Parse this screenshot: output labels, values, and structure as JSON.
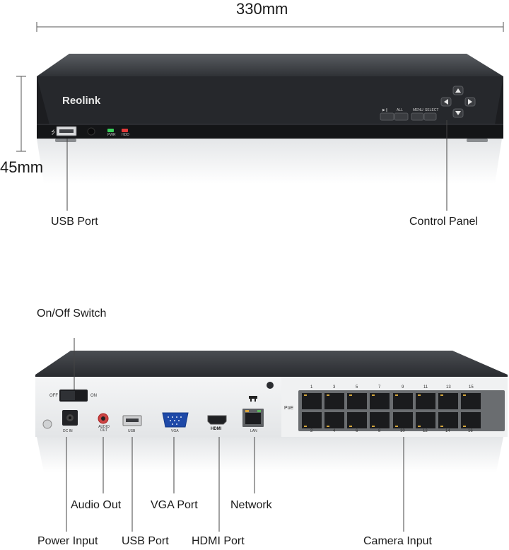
{
  "dimensions": {
    "width_label": "330mm",
    "height_label": "45mm"
  },
  "front": {
    "brand": "Reolink",
    "usb_label": "USB Port",
    "control_label": "Control Panel",
    "led_pwr": "PWR",
    "led_hdd": "HDD",
    "btn_play": "▶❙",
    "btn_all": "ALL",
    "btn_menu": "MENU",
    "btn_select": "SELECT"
  },
  "back": {
    "switch_label": "On/Off Switch",
    "off_text": "OFF",
    "on_text": "ON",
    "dc_in": "DC IN",
    "audio_out_small": "AUDIO OUT",
    "usb_small": "USB",
    "vga_small": "VGA",
    "hdmi_small": "HDMI",
    "lan_small": "LAN",
    "poe_text": "PoE",
    "top_ports": [
      "1",
      "3",
      "5",
      "7",
      "9",
      "11",
      "13",
      "15"
    ],
    "bottom_ports": [
      "2",
      "4",
      "6",
      "8",
      "10",
      "12",
      "14",
      "16"
    ],
    "callouts": {
      "power_input": "Power Input",
      "audio_out": "Audio Out",
      "usb_port": "USB Port",
      "vga_port": "VGA Port",
      "hdmi_port": "HDMI Port",
      "network": "Network",
      "camera_input": "Camera Input"
    }
  }
}
